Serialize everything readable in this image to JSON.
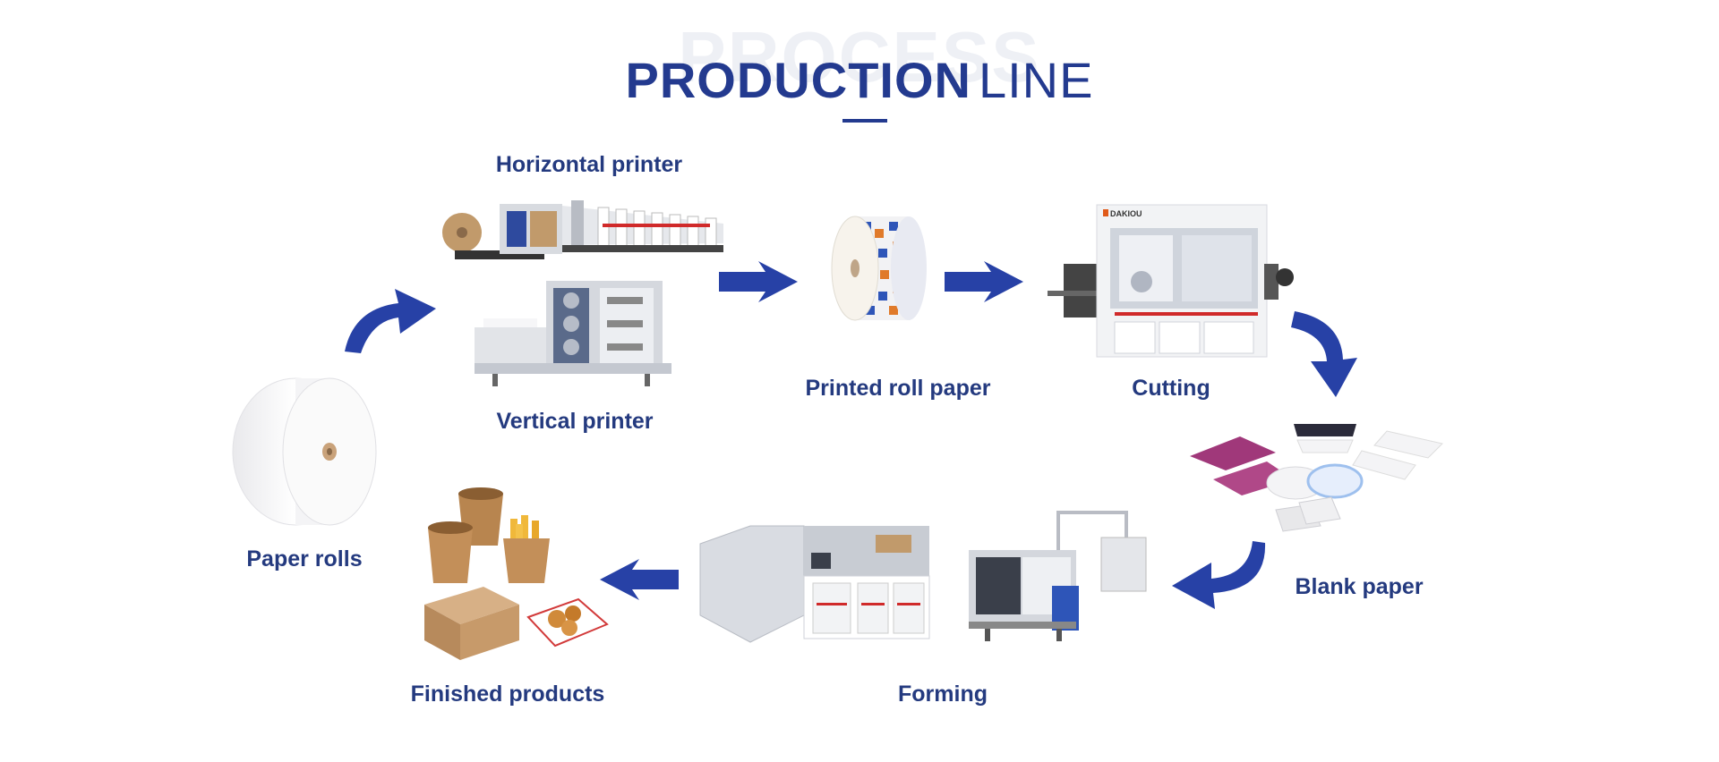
{
  "header": {
    "background_word": "PROCESS",
    "title_bold": "PRODUCTION",
    "title_light": "LINE"
  },
  "steps": {
    "paper_rolls": "Paper rolls",
    "horizontal_printer": "Horizontal printer",
    "vertical_printer": "Vertical printer",
    "printed_roll_paper": "Printed roll paper",
    "cutting": "Cutting",
    "blank_paper": "Blank paper",
    "forming": "Forming",
    "finished_products": "Finished products"
  },
  "machine_brand": "DAKIOU",
  "colors": {
    "title": "#233a8f",
    "arrow": "#2741a6",
    "label": "#243a7f"
  }
}
